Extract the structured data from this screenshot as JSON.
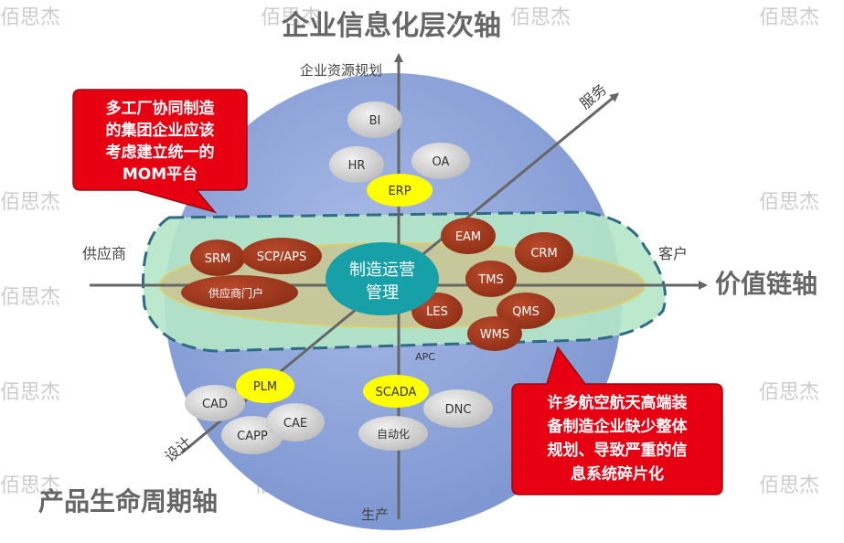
{
  "axes": {
    "vertical": {
      "title": "企业信息化层次轴",
      "top_label": "企业资源规划",
      "bottom_label": "生产"
    },
    "horizontal": {
      "title": "价值链轴",
      "left_label": "供应商",
      "right_label": "客户"
    },
    "diag_up": {
      "label": "服务"
    },
    "diag_down": {
      "label": "设计",
      "title": "产品生命周期轴"
    }
  },
  "center": {
    "line1": "制造运营",
    "line2": "管理"
  },
  "nodes": {
    "bi": "BI",
    "hr": "HR",
    "oa": "OA",
    "erp": "ERP",
    "srm": "SRM",
    "scp": "SCP/APS",
    "portal": "供应商门户",
    "eam": "EAM",
    "crm": "CRM",
    "tms": "TMS",
    "les": "LES",
    "qms": "QMS",
    "wms": "WMS",
    "apc": "APC",
    "plm": "PLM",
    "cad": "CAD",
    "capp": "CAPP",
    "cae": "CAE",
    "scada": "SCADA",
    "dnc": "DNC",
    "auto": "自动化"
  },
  "callouts": {
    "top_left": [
      "多工厂协同制造",
      "的集团企业应该",
      "考虑建立统一的",
      "MOM平台"
    ],
    "bottom_right": [
      "许多航空航天高端装",
      "备制造企业缺少整体",
      "规划、导致严重的信",
      "息系统碎片化"
    ]
  },
  "watermark": "佰思杰",
  "colors": {
    "sphere": "#8fa5d9",
    "disk": "#b7e8c9",
    "center": "#17a0a8",
    "dark_red": "#a23a1c",
    "yellow": "#ffff00",
    "gray": "#d3d3d3",
    "callout_red": "#e60012",
    "axis": "#666666"
  }
}
